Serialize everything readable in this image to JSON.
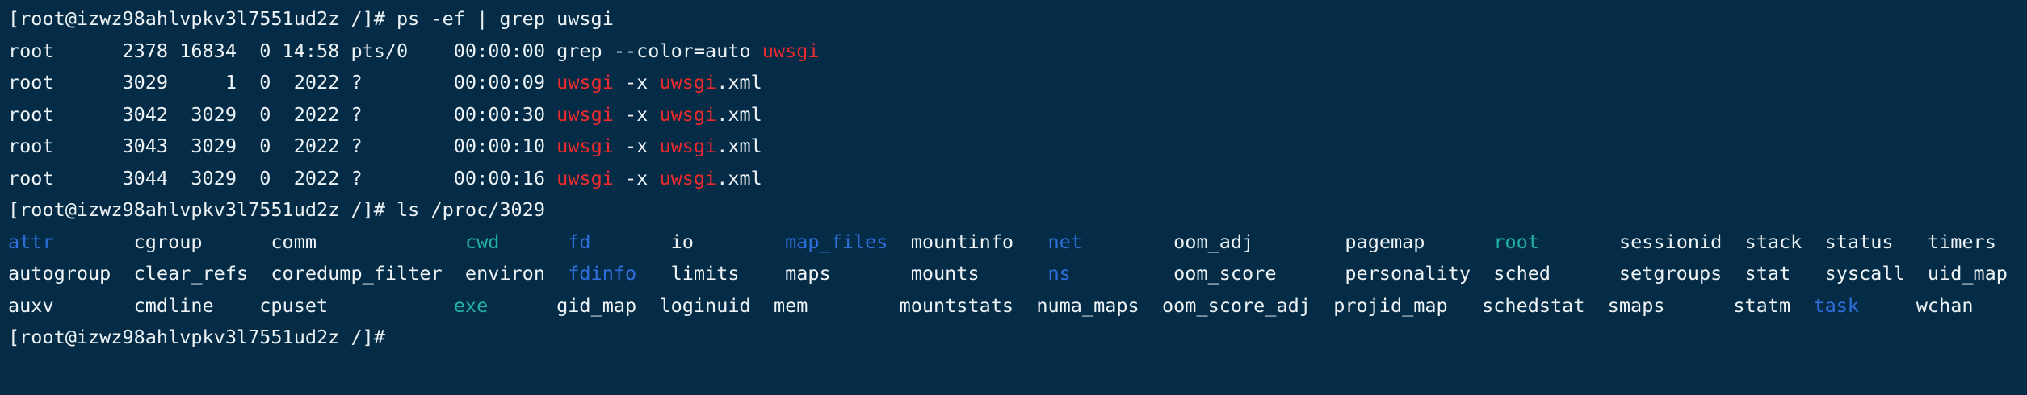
{
  "terminal": {
    "host_prompt": "[root@izwz98ahlvpkv3l7551ud2z /]#",
    "colors": {
      "background": "#042c46",
      "foreground": "#eef3f6",
      "red": "#ee2a2e",
      "blue": "#2f6fdb",
      "teal": "#23b2a2"
    },
    "lines": [
      {
        "name": "prompt-line-ps-command",
        "segments": [
          {
            "text": "[root@izwz98ahlvpkv3l7551ud2z /]# ps -ef | grep uwsgi",
            "color": "fg"
          }
        ]
      },
      {
        "name": "ps-output-row-grep",
        "segments": [
          {
            "text": "root      2378 16834  0 14:58 pts/0    00:00:00 grep --color=auto ",
            "color": "fg"
          },
          {
            "text": "uwsgi",
            "color": "red"
          }
        ]
      },
      {
        "name": "ps-output-row-3029",
        "segments": [
          {
            "text": "root      3029     1  0  2022 ?        00:00:09 ",
            "color": "fg"
          },
          {
            "text": "uwsgi",
            "color": "red"
          },
          {
            "text": " -x ",
            "color": "fg"
          },
          {
            "text": "uwsgi",
            "color": "red"
          },
          {
            "text": ".xml",
            "color": "fg"
          }
        ]
      },
      {
        "name": "ps-output-row-3042",
        "segments": [
          {
            "text": "root      3042  3029  0  2022 ?        00:00:30 ",
            "color": "fg"
          },
          {
            "text": "uwsgi",
            "color": "red"
          },
          {
            "text": " -x ",
            "color": "fg"
          },
          {
            "text": "uwsgi",
            "color": "red"
          },
          {
            "text": ".xml",
            "color": "fg"
          }
        ]
      },
      {
        "name": "ps-output-row-3043",
        "segments": [
          {
            "text": "root      3043  3029  0  2022 ?        00:00:10 ",
            "color": "fg"
          },
          {
            "text": "uwsgi",
            "color": "red"
          },
          {
            "text": " -x ",
            "color": "fg"
          },
          {
            "text": "uwsgi",
            "color": "red"
          },
          {
            "text": ".xml",
            "color": "fg"
          }
        ]
      },
      {
        "name": "ps-output-row-3044",
        "segments": [
          {
            "text": "root      3044  3029  0  2022 ?        00:00:16 ",
            "color": "fg"
          },
          {
            "text": "uwsgi",
            "color": "red"
          },
          {
            "text": " -x ",
            "color": "fg"
          },
          {
            "text": "uwsgi",
            "color": "red"
          },
          {
            "text": ".xml",
            "color": "fg"
          }
        ]
      },
      {
        "name": "prompt-line-ls-command",
        "segments": [
          {
            "text": "[root@izwz98ahlvpkv3l7551ud2z /]# ls /proc/3029",
            "color": "fg"
          }
        ]
      },
      {
        "name": "ls-output-row-1",
        "segments": [
          {
            "text": "attr",
            "color": "blue"
          },
          {
            "text": "       cgroup      comm             ",
            "color": "fg"
          },
          {
            "text": "cwd",
            "color": "teal"
          },
          {
            "text": "      ",
            "color": "fg"
          },
          {
            "text": "fd",
            "color": "blue"
          },
          {
            "text": "       io        ",
            "color": "fg"
          },
          {
            "text": "map_files",
            "color": "blue"
          },
          {
            "text": "  mountinfo   ",
            "color": "fg"
          },
          {
            "text": "net",
            "color": "blue"
          },
          {
            "text": "        oom_adj        pagemap      ",
            "color": "fg"
          },
          {
            "text": "root",
            "color": "teal"
          },
          {
            "text": "       sessionid  stack  status   timers",
            "color": "fg"
          }
        ]
      },
      {
        "name": "ls-output-row-2",
        "segments": [
          {
            "text": "autogroup  clear_refs  coredump_filter  environ  ",
            "color": "fg"
          },
          {
            "text": "fdinfo",
            "color": "blue"
          },
          {
            "text": "   limits    maps       mounts      ",
            "color": "fg"
          },
          {
            "text": "ns",
            "color": "blue"
          },
          {
            "text": "         oom_score      personality  sched      setgroups  stat   syscall  uid_map",
            "color": "fg"
          }
        ]
      },
      {
        "name": "ls-output-row-3",
        "segments": [
          {
            "text": "auxv       cmdline    cpuset           ",
            "color": "fg"
          },
          {
            "text": "exe",
            "color": "teal"
          },
          {
            "text": "      gid_map  loginuid  mem        mountstats  numa_maps  oom_score_adj  projid_map   schedstat  smaps      statm  ",
            "color": "fg"
          },
          {
            "text": "task",
            "color": "blue"
          },
          {
            "text": "     wchan",
            "color": "fg"
          }
        ]
      },
      {
        "name": "prompt-line-current",
        "segments": [
          {
            "text": "[root@izwz98ahlvpkv3l7551ud2z /]# ",
            "color": "fg"
          }
        ]
      }
    ]
  }
}
